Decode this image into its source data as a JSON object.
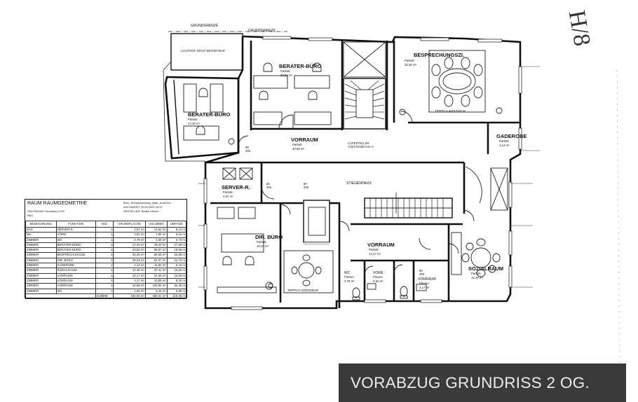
{
  "handwriting": "H/8",
  "banner": "VORABZUG GRUNDRISS 2 OG.",
  "border_labels": {
    "grundgrenze_1": "GRUNDGRENZE",
    "grundgrenze_2": "GRUNDGRENZE",
    "neighbour": "LICHTHOF NICHT BETRETBAR"
  },
  "rooms": [
    {
      "key": "berater_buero_top",
      "name": "BERATER-BÜRO",
      "floor": "Parkett",
      "area": "23,53 m²"
    },
    {
      "key": "besprechung",
      "name": "BESPRECHUNGSZI.",
      "floor": "Parkett",
      "area": "30,26 m²"
    },
    {
      "key": "berater_buero_left",
      "name": "BERATER-BÜRO",
      "floor": "Parkett",
      "area": "17,30 m²"
    },
    {
      "key": "vorraum_top",
      "name": "VORRAUM",
      "floor": "Parkett",
      "area": "40,58 m²"
    },
    {
      "key": "garderobe",
      "name": "GADEROBE",
      "floor": "Parkett",
      "area": "4,14 m²"
    },
    {
      "key": "server",
      "name": "SERVER-R.",
      "floor": "Parkett",
      "area": "4,87 m²"
    },
    {
      "key": "dir_buero",
      "name": "DIR. BÜRO",
      "floor": "Parkett",
      "area": "19,33 m²"
    },
    {
      "key": "vorraum_mid",
      "name": "VORRAUM",
      "floor": "Parkett",
      "area": "13,17 m²"
    },
    {
      "key": "sozialraum",
      "name": "SOZIALRAUM",
      "floor": "Parkett",
      "area": "14,39 m²"
    },
    {
      "key": "wc",
      "name": "WC",
      "floor": "Fliesen",
      "area": "2,79 m²"
    },
    {
      "key": "vorr",
      "name": "VORR.",
      "floor": "Fliesen",
      "area": "3,92 m²"
    },
    {
      "key": "vorraum_small",
      "name": "VORRAUM",
      "floor": "Fliesen",
      "area": "4,17 m²"
    }
  ],
  "plan_labels": {
    "stiegenhaus": "STIEGENHAUS",
    "teppich": "TEPPICH 400X250CM",
    "teppich_small": "TEPPICH 200X200CM",
    "cafe_text_1": "CAFESTELLER",
    "cafe_text_2": "715/175/180 mm H",
    "door_1": "80\n200",
    "door_2": "80\n200",
    "door_3": "80\n200",
    "door_4": "80\n200"
  },
  "schedule": {
    "title": "RAUM RAUMGEOMETRIE",
    "project": "Büro_Schwarzenberg_Wals_Aust/Sch",
    "zeichnung": "ZEICHNUNG    Grundriss 2.OG",
    "datum": "DATUM/ZEIT   22.09.2009   16:37",
    "erstellt": "ERSTELLER:   Emilia Lehner",
    "bau": "BAU",
    "headers": [
      "BEZEICHNUNG",
      "FUNKTION",
      "ANZ.",
      "GRUNDFLÄCHE",
      "VOLUMEN",
      "UMFANG"
    ],
    "rows": [
      [
        "BAD",
        "SERVER-R.",
        "1",
        "4,87 m²",
        "13,60 m³",
        "8,24 m"
      ],
      [
        "WC",
        "VORR.",
        "1",
        "3,92 m²",
        "7,60 m³",
        "6,61 m"
      ],
      [
        "ZIMMER",
        "WC",
        "1",
        "2,79 m²",
        "3,36 m³",
        "6,73 m"
      ],
      [
        "ZIMMER",
        "BERATER-BÜRO",
        "1",
        "17,30 m²",
        "48,40 m³",
        "17,36 m"
      ],
      [
        "ZIMMER",
        "BERATER-BÜRO",
        "1",
        "23,53 m²",
        "58,57 m³",
        "18,66 m"
      ],
      [
        "ZIMMER",
        "BESPRECHUNGSZI.",
        "1",
        "30,26 m²",
        "60,56 m³",
        "22,88 m"
      ],
      [
        "ZIMMER",
        "DIR. BÜRO",
        "1",
        "19,33 m²",
        "54,07 m³",
        "24,72 m"
      ],
      [
        "ZIMMER",
        "GADEROBE",
        "1",
        "4,14 m²",
        "11,82 m³",
        "8,43 m"
      ],
      [
        "ZIMMER",
        "SOZIALRAUM",
        "1",
        "14,39 m²",
        "37,41 m³",
        "16,62 m"
      ],
      [
        "ZIMMER",
        "VORRAUM",
        "1",
        "13,17 m²",
        "34,25 m³",
        "16,08 m"
      ],
      [
        "ZIMMER",
        "VORRAUM",
        "1",
        "4,17 m²",
        "10,83 m³",
        "8,32 m"
      ],
      [
        "ZIMMER",
        "VORRAUM",
        "1",
        "40,58 m²",
        "105,50 m³",
        "34,45 m"
      ],
      [
        "ZIMMER",
        "WC",
        "1",
        "2,06 m²",
        "5,45 m³",
        "5,98 m"
      ]
    ],
    "sum_label": "SUMME:",
    "sum": [
      "182,50 m²",
      "360,51 m³",
      "215,08 m"
    ]
  }
}
